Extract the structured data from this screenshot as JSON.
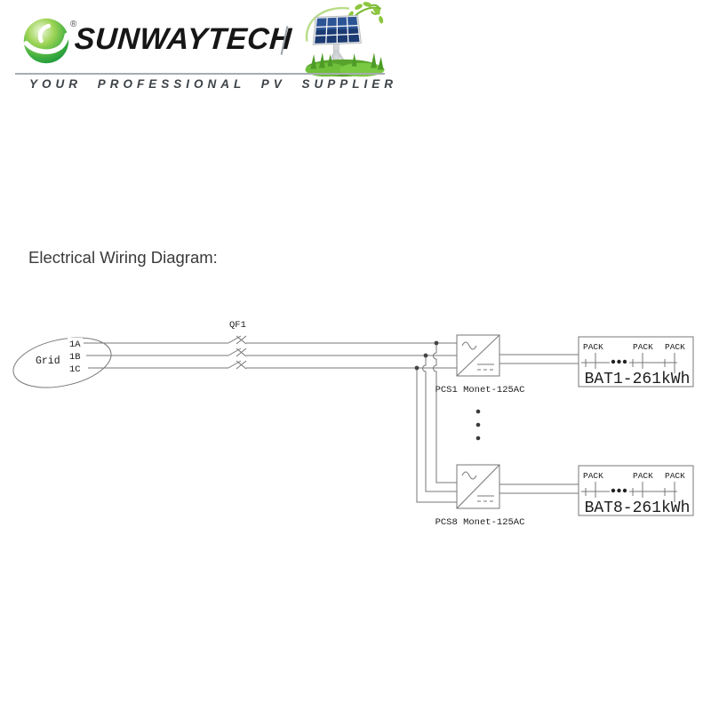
{
  "header": {
    "brand": "SUNWAYTECH",
    "registered_mark": "®",
    "tagline": "YOUR PROFESSIONAL PV SUPPLIER",
    "colors": {
      "logo_green_light": "#9ed456",
      "logo_green_dark": "#0f8f3c",
      "brand_text": "#161616",
      "tagline_text": "#3d4247",
      "rule": "#a6acb0"
    }
  },
  "page_title": "Electrical Wiring Diagram:",
  "diagram": {
    "grid": {
      "label": "Grid",
      "phases": [
        "1A",
        "1B",
        "1C"
      ]
    },
    "breaker": {
      "label": "QF1"
    },
    "pcs": [
      {
        "label": "PCS1 Monet-125AC"
      },
      {
        "label": "PCS8 Monet-125AC"
      }
    ],
    "batteries": [
      {
        "label": "BAT1-261kWh",
        "packs": [
          "PACK",
          "PACK",
          "PACK"
        ]
      },
      {
        "label": "BAT8-261kWh",
        "packs": [
          "PACK",
          "PACK",
          "PACK"
        ]
      }
    ],
    "colors": {
      "line": "#777777",
      "text": "#1c1c1c"
    }
  }
}
